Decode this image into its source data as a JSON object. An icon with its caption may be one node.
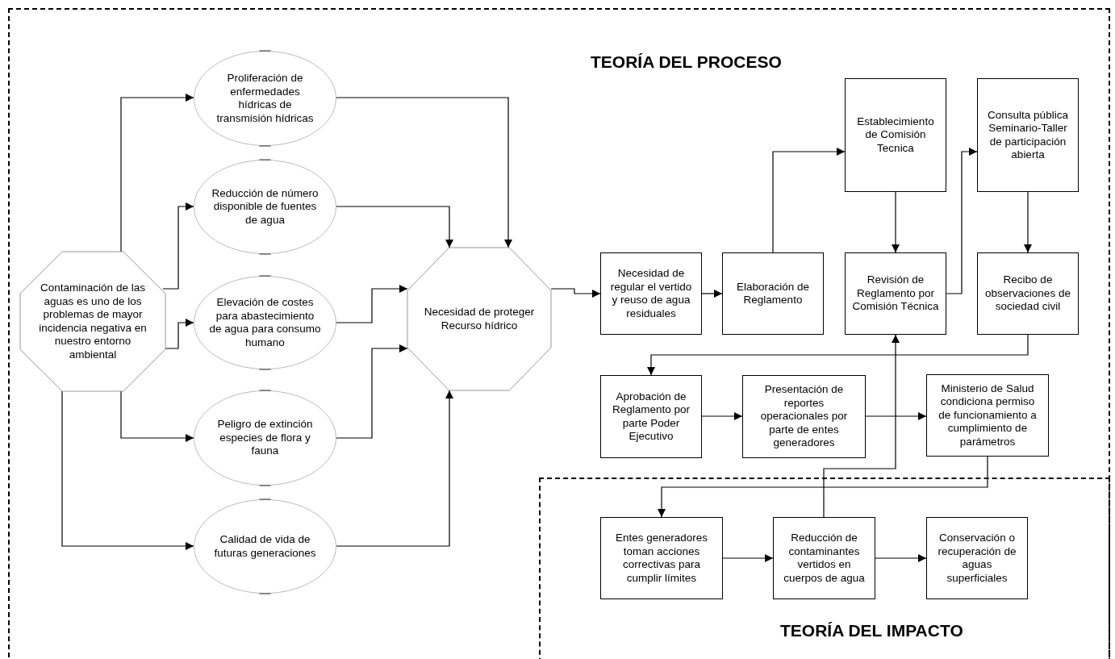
{
  "diagram": {
    "nodes": [
      {
        "text": [
          "TEORÍA DEL PROCESO"
        ]
      },
      {
        "text": [
          "Contaminación de las aguas es uno de los problemas de mayor incidencia negativa en nuestro entorno ambiental"
        ],
        "in": 0
      },
      {
        "text": [
          "Proliferación de enfermedades hídricas de transmisión hídricas"
        ],
        "in": 0
      },
      {
        "text": [
          "Reducción de número disponible de fuentes de agua"
        ],
        "in": 0
      },
      {
        "text": [
          "Elevación de costes para abastecimiento de agua para consumo humano"
        ],
        "in": 0
      },
      {
        "text": [
          "Peligro de extinción especies de flora y fauna"
        ],
        "in": 0
      },
      {
        "text": [
          "Calidad de vida de futuras generaciones"
        ],
        "in": 0
      },
      {
        "text": [
          "Necesidad de proteger Recurso hídrico"
        ],
        "in": 0
      },
      {
        "text": [
          "Necesidad de regular el vertido y reuso de agua residuales"
        ],
        "in": 0
      },
      {
        "text": [
          "Elaboración de Reglamento"
        ],
        "in": 0
      },
      {
        "text": [
          "Establecimiento de Comisión Tecnica"
        ],
        "in": 0
      },
      {
        "text": [
          "Consulta pública Seminario-Taller de participación abierta"
        ],
        "in": 0
      },
      {
        "text": [
          "Revisión de Reglamento por Comisión Técnica"
        ],
        "in": 0
      },
      {
        "text": [
          "Recibo de observaciones de sociedad civil"
        ],
        "in": 0
      },
      {
        "text": [
          "Aprobación de Reglamento por parte Poder Ejecutivo"
        ],
        "in": 0
      },
      {
        "text": [
          "Presentación de reportes operacionales por parte de entes generadores"
        ],
        "in": 0
      },
      {
        "text": [
          "Ministerio de Salud condiciona permiso de funcionamiento a cumplimiento de parámetros"
        ],
        "in": 0
      },
      {
        "text": [
          "TEORÍA DEL IMPACTO"
        ],
        "in": 0
      },
      {
        "text": [
          "Entes generadores toman acciones correctivas para cumplir límites"
        ],
        "in": 17
      },
      {
        "text": [
          "Reducción de contaminantes vertidos en cuerpos de agua"
        ],
        "in": 17
      },
      {
        "text": [
          "Conservación o recuperación de aguas superficiales"
        ],
        "in": 17
      }
    ],
    "edges": [
      {
        "from": 1,
        "to": 2,
        "arrow": "to"
      },
      {
        "from": 1,
        "to": 3,
        "arrow": "to"
      },
      {
        "from": 1,
        "to": 4,
        "arrow": "to"
      },
      {
        "from": 1,
        "to": 5,
        "arrow": "to"
      },
      {
        "from": 1,
        "to": 6,
        "arrow": "to"
      },
      {
        "from": 2,
        "to": 7,
        "arrow": "to"
      },
      {
        "from": 3,
        "to": 7,
        "arrow": "to"
      },
      {
        "from": 4,
        "to": 7,
        "arrow": "to"
      },
      {
        "from": 5,
        "to": 7,
        "arrow": "to"
      },
      {
        "from": 6,
        "to": 7,
        "arrow": "to"
      },
      {
        "from": 7,
        "to": 8,
        "arrow": "to"
      },
      {
        "from": 8,
        "to": 9,
        "arrow": "to"
      },
      {
        "from": 9,
        "to": 10,
        "arrow": "to"
      },
      {
        "from": 10,
        "to": 12,
        "arrow": "to"
      },
      {
        "from": 12,
        "to": 11,
        "arrow": "to"
      },
      {
        "from": 11,
        "to": 13,
        "arrow": "to"
      },
      {
        "from": 13,
        "to": 14,
        "arrow": "to"
      },
      {
        "from": 14,
        "to": 15,
        "arrow": "to"
      },
      {
        "from": 15,
        "to": 16,
        "arrow": "to"
      },
      {
        "from": 16,
        "to": 18,
        "arrow": "to"
      },
      {
        "from": 18,
        "to": 19,
        "arrow": "to"
      },
      {
        "from": 19,
        "to": 20,
        "arrow": "to"
      },
      {
        "from": 19,
        "to": 12,
        "arrow": "to"
      }
    ]
  }
}
